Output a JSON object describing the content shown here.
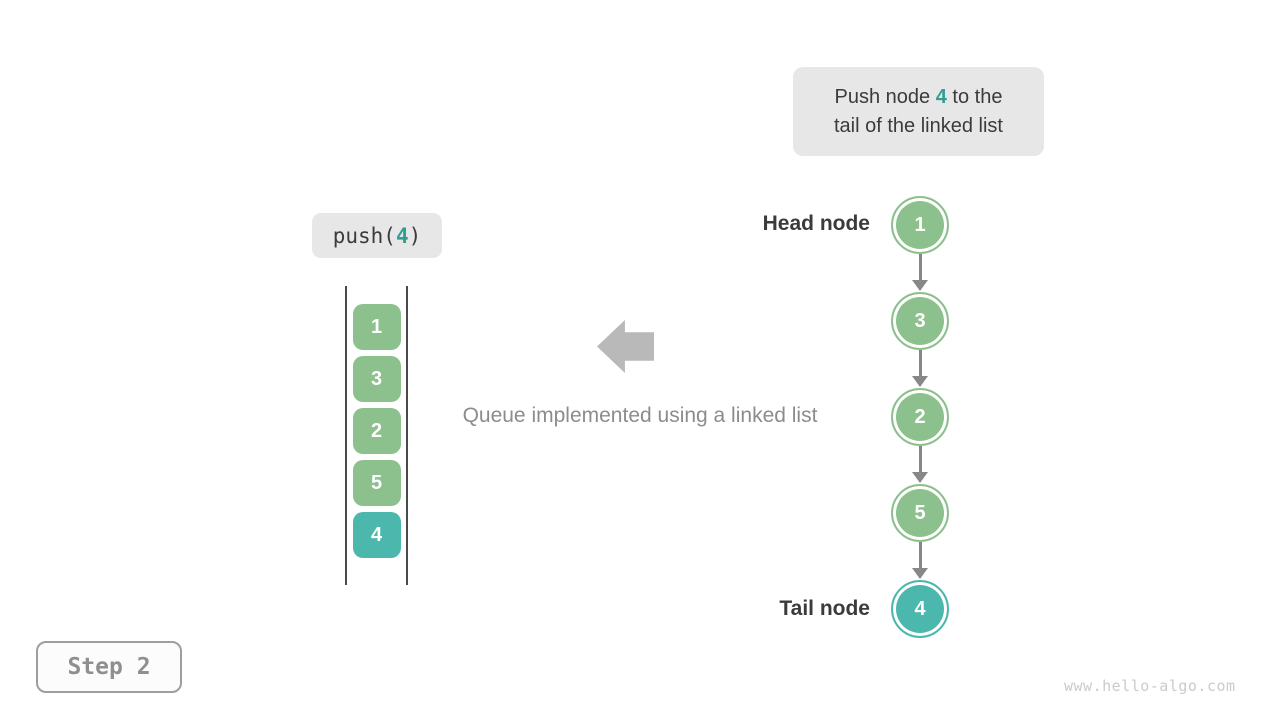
{
  "colors": {
    "green": "#8cc08c",
    "teal": "#4cb8ad",
    "accent": "#2f9e93",
    "label_bg": "#e7e7e7",
    "dark_text": "#3b3b3b",
    "gray_text": "#8c8c8c",
    "arrow_gray": "#b9b9b9",
    "connector_gray": "#878787"
  },
  "callout": {
    "line1_pre": "Push node ",
    "line1_value": "4",
    "line1_post": " to the",
    "line2": "tail of the linked list"
  },
  "push_label": {
    "pre": "push(",
    "value": "4",
    "post": ")"
  },
  "queue": {
    "items": [
      {
        "value": "1",
        "type": "green"
      },
      {
        "value": "3",
        "type": "green"
      },
      {
        "value": "2",
        "type": "green"
      },
      {
        "value": "5",
        "type": "green"
      },
      {
        "value": "4",
        "type": "teal"
      }
    ]
  },
  "caption": "Queue implemented using a linked list",
  "linked_list": {
    "head_label": "Head node",
    "tail_label": "Tail node",
    "nodes": [
      {
        "value": "1",
        "type": "green"
      },
      {
        "value": "3",
        "type": "green"
      },
      {
        "value": "2",
        "type": "green"
      },
      {
        "value": "5",
        "type": "green"
      },
      {
        "value": "4",
        "type": "teal"
      }
    ]
  },
  "step_badge": "Step 2",
  "watermark": "www.hello-algo.com"
}
